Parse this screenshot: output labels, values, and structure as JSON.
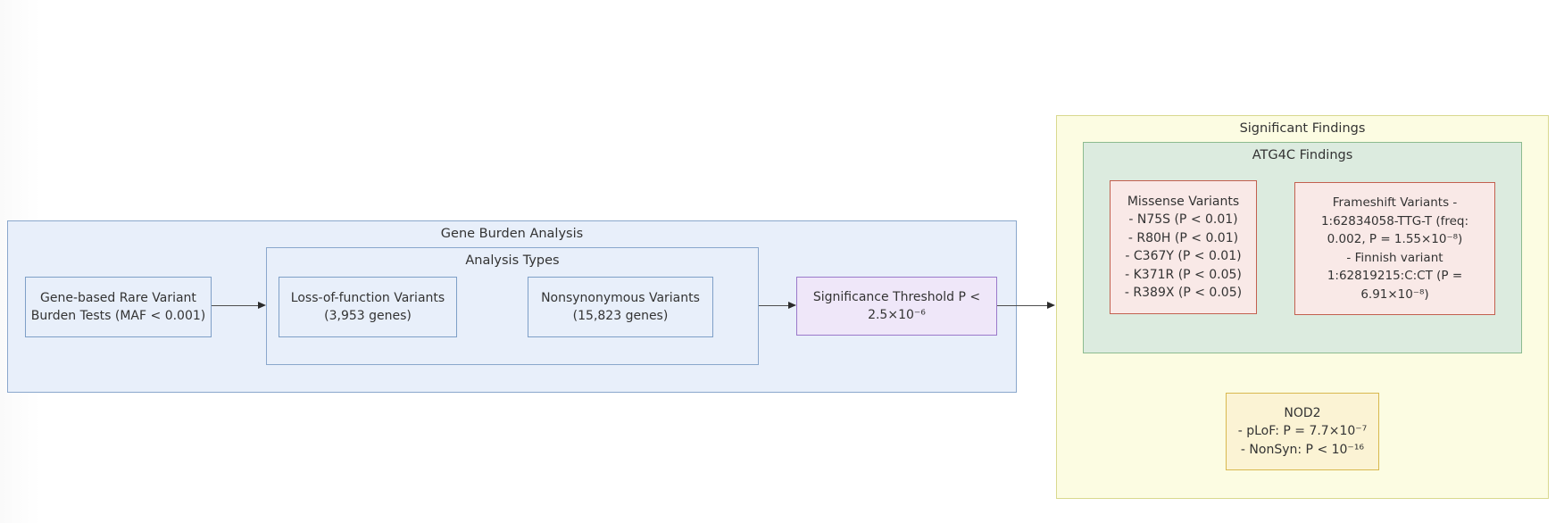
{
  "diagram": {
    "gene_burden": {
      "title": "Gene Burden Analysis",
      "node_rare_variant": "Gene-based Rare Variant\nBurden Tests (MAF < 0.001)",
      "analysis_types": {
        "title": "Analysis Types",
        "node_lof": "Loss-of-function Variants\n(3,953 genes)",
        "node_nonsyn": "Nonsynonymous Variants\n(15,823 genes)"
      },
      "node_threshold": "Significance Threshold P <\n2.5×10⁻⁶"
    },
    "significant_findings": {
      "title": "Significant Findings",
      "atg4c": {
        "title": "ATG4C Findings",
        "node_missense": "Missense Variants\n- N75S (P < 0.01)\n- R80H (P < 0.01)\n- C367Y (P < 0.01)\n- K371R (P < 0.05)\n- R389X (P < 0.05)",
        "node_frameshift": "Frameshift Variants -\n1:62834058-TTG-T  (freq:\n0.002, P = 1.55×10⁻⁸)\n- Finnish variant\n1:62819215:C:CT  (P =\n6.91×10⁻⁸)"
      },
      "node_nod2": "NOD2\n- pLoF: P = 7.7×10⁻⁷\n- NonSyn: P < 10⁻¹⁶"
    },
    "colors": {
      "blue_fill": "#e8effa",
      "blue_border": "#7e9fc7",
      "purple_fill": "#efe7f9",
      "purple_border": "#9a79ca",
      "yellow_fill": "#fcfce2",
      "yellow_border": "#d9d98f",
      "green_fill": "#dcebdf",
      "green_border": "#8cbb8f",
      "pink_fill": "#f9e9e7",
      "pink_border": "#c2604f",
      "gold_fill": "#fbf3d4",
      "gold_border": "#d8b84f",
      "edge": "#4d4d4d",
      "text": "#333333"
    }
  }
}
